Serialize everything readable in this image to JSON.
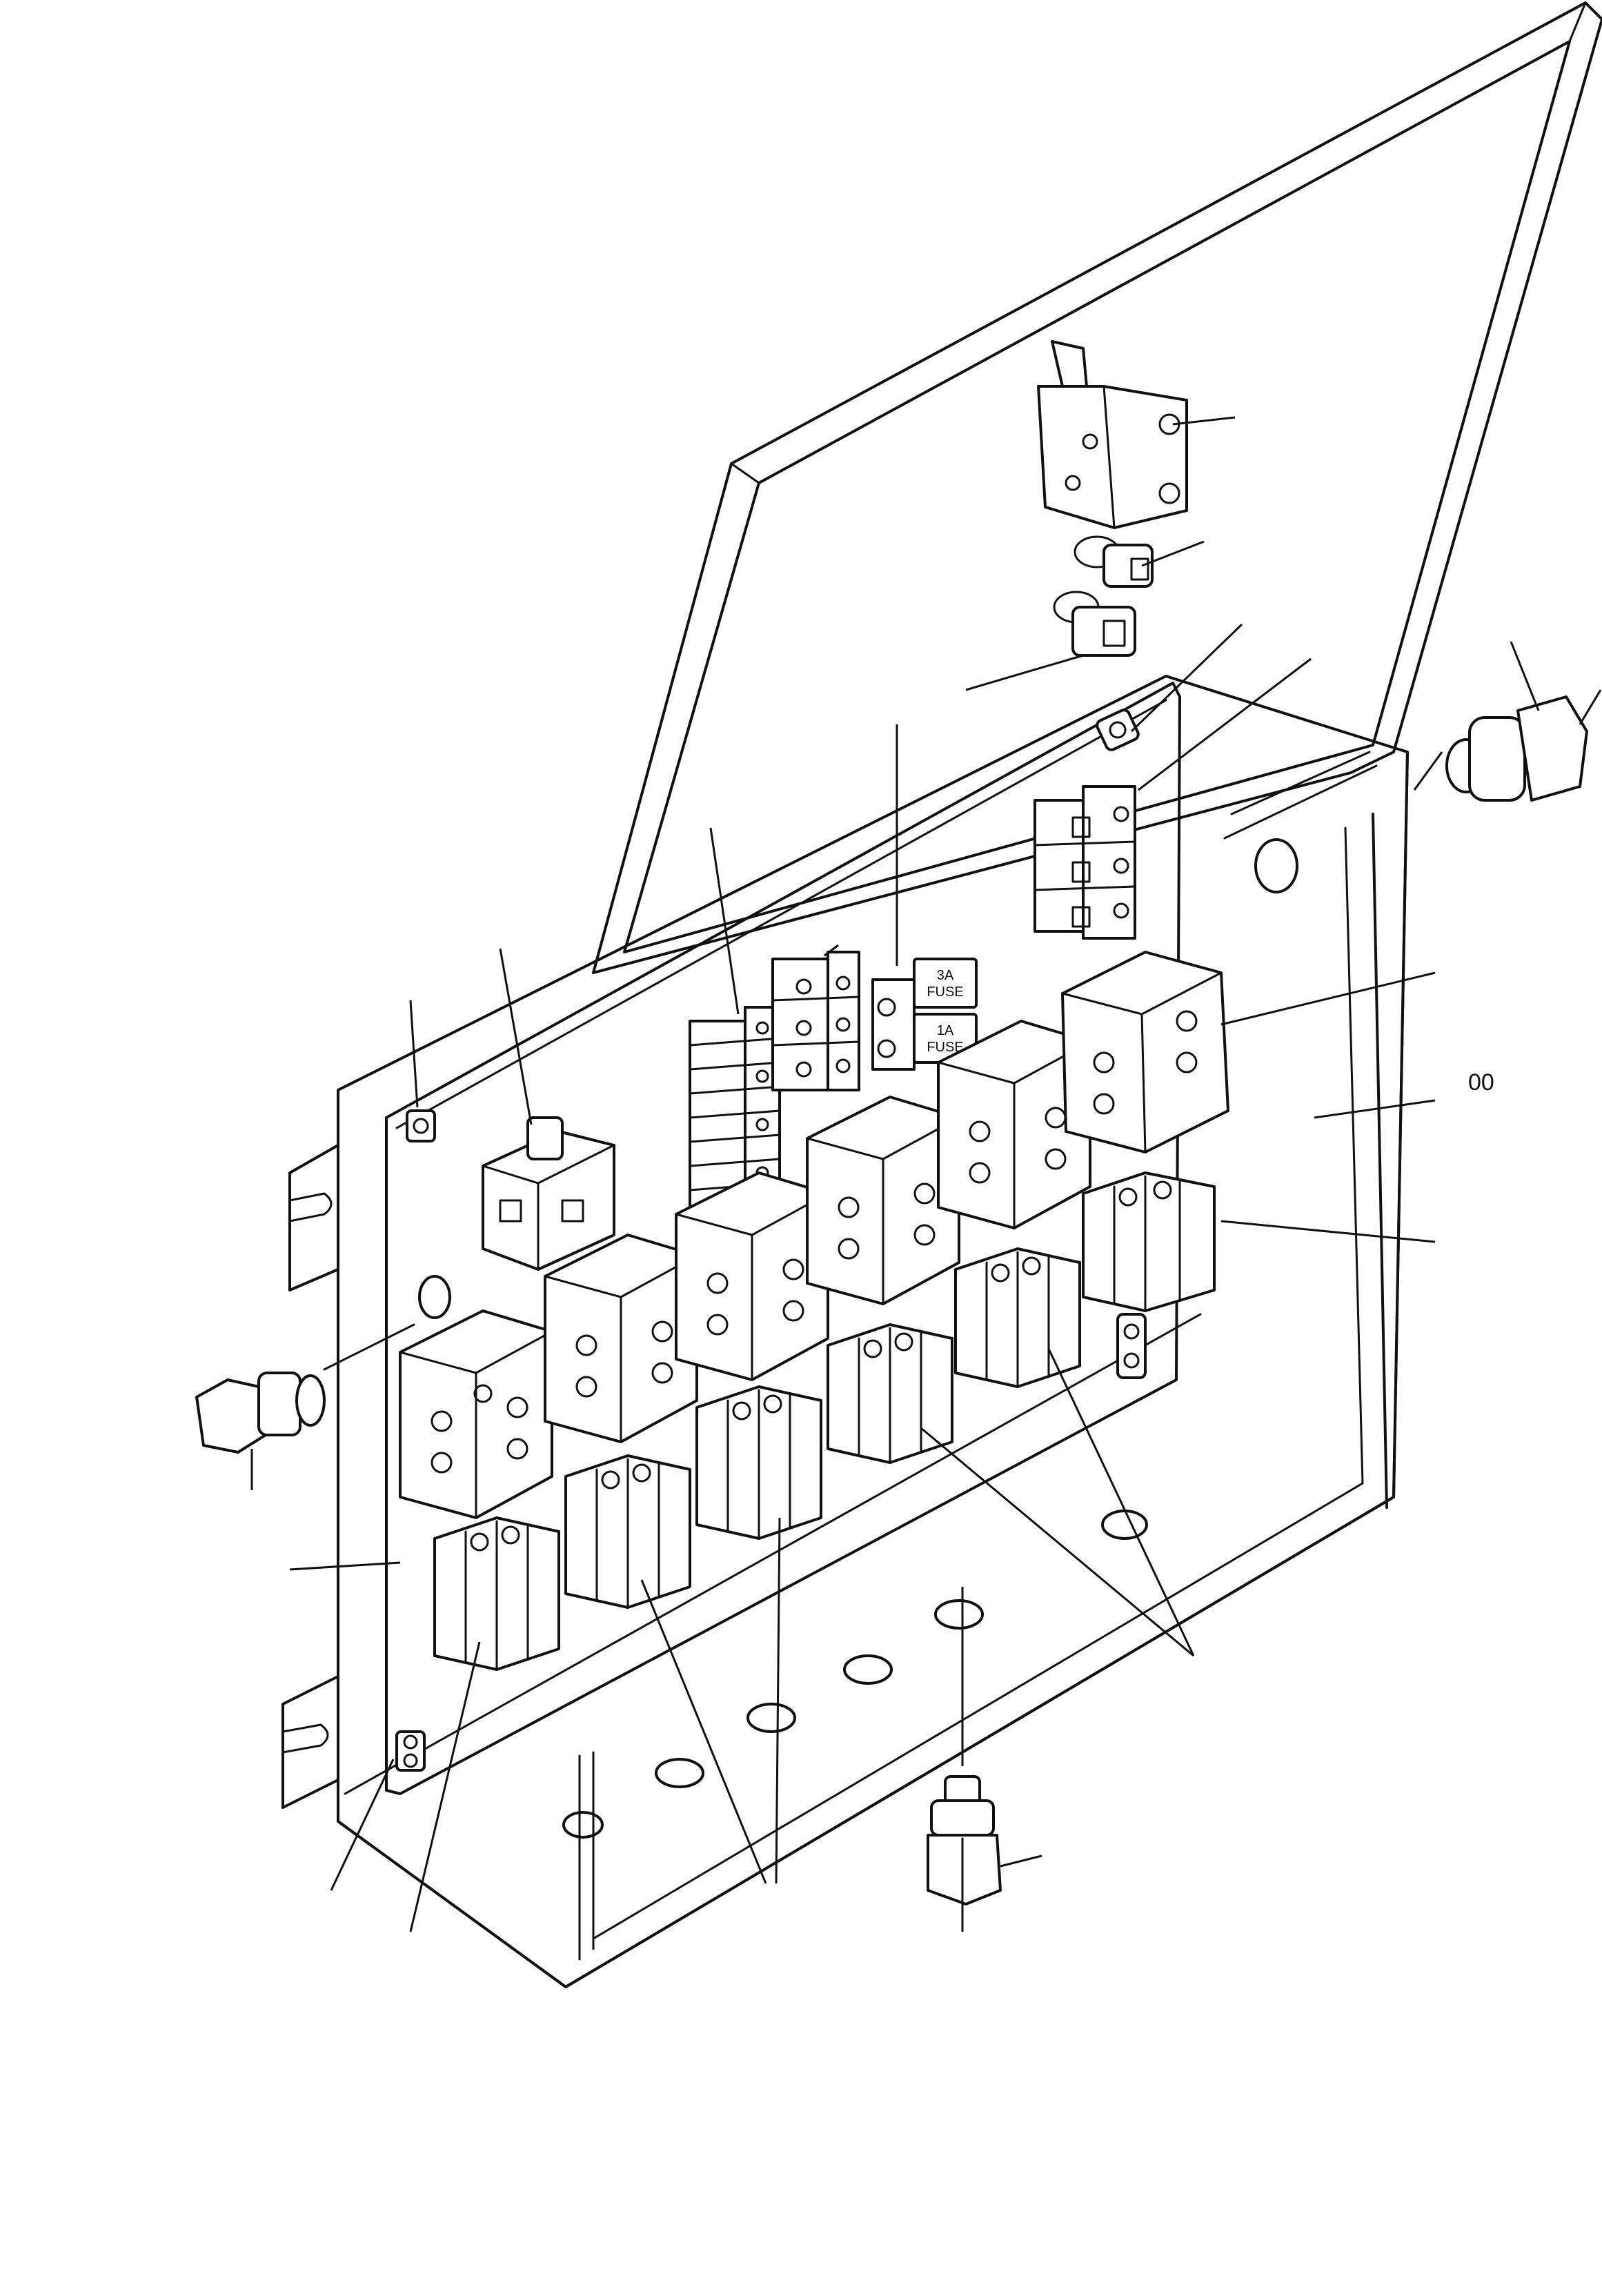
{
  "callouts": {
    "cover_label": "00"
  },
  "fuses": {
    "top_rating": "3A",
    "top_text": "FUSE",
    "bottom_rating": "1A",
    "bottom_text": "FUSE"
  }
}
